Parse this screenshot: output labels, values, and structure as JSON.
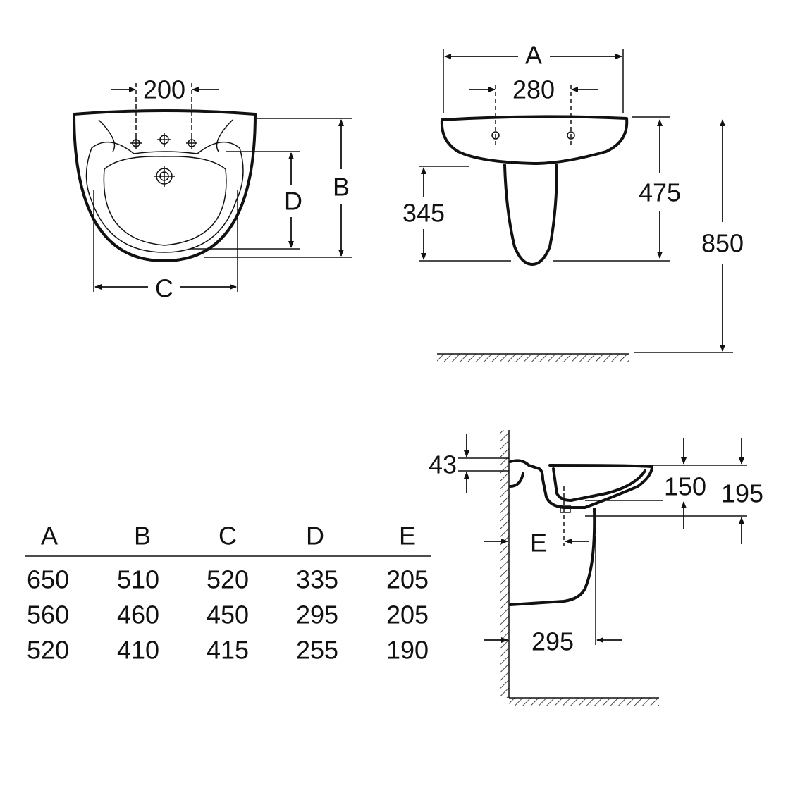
{
  "front_view": {
    "tap_spacing": "200",
    "label_b": "B",
    "label_c": "C",
    "label_d": "D"
  },
  "elevation_view": {
    "label_a": "A",
    "tap_spacing": "280",
    "pedestal_height": "345",
    "basin_height": "475",
    "total_height": "850"
  },
  "section_view": {
    "rim_offset": "43",
    "bowl_depth": "150",
    "overall_depth": "195",
    "label_e": "E",
    "pedestal_projection": "295"
  },
  "table": {
    "headers": [
      "A",
      "B",
      "C",
      "D",
      "E"
    ],
    "rows": [
      [
        "650",
        "510",
        "520",
        "335",
        "205"
      ],
      [
        "560",
        "460",
        "450",
        "295",
        "205"
      ],
      [
        "520",
        "410",
        "415",
        "255",
        "190"
      ]
    ]
  }
}
